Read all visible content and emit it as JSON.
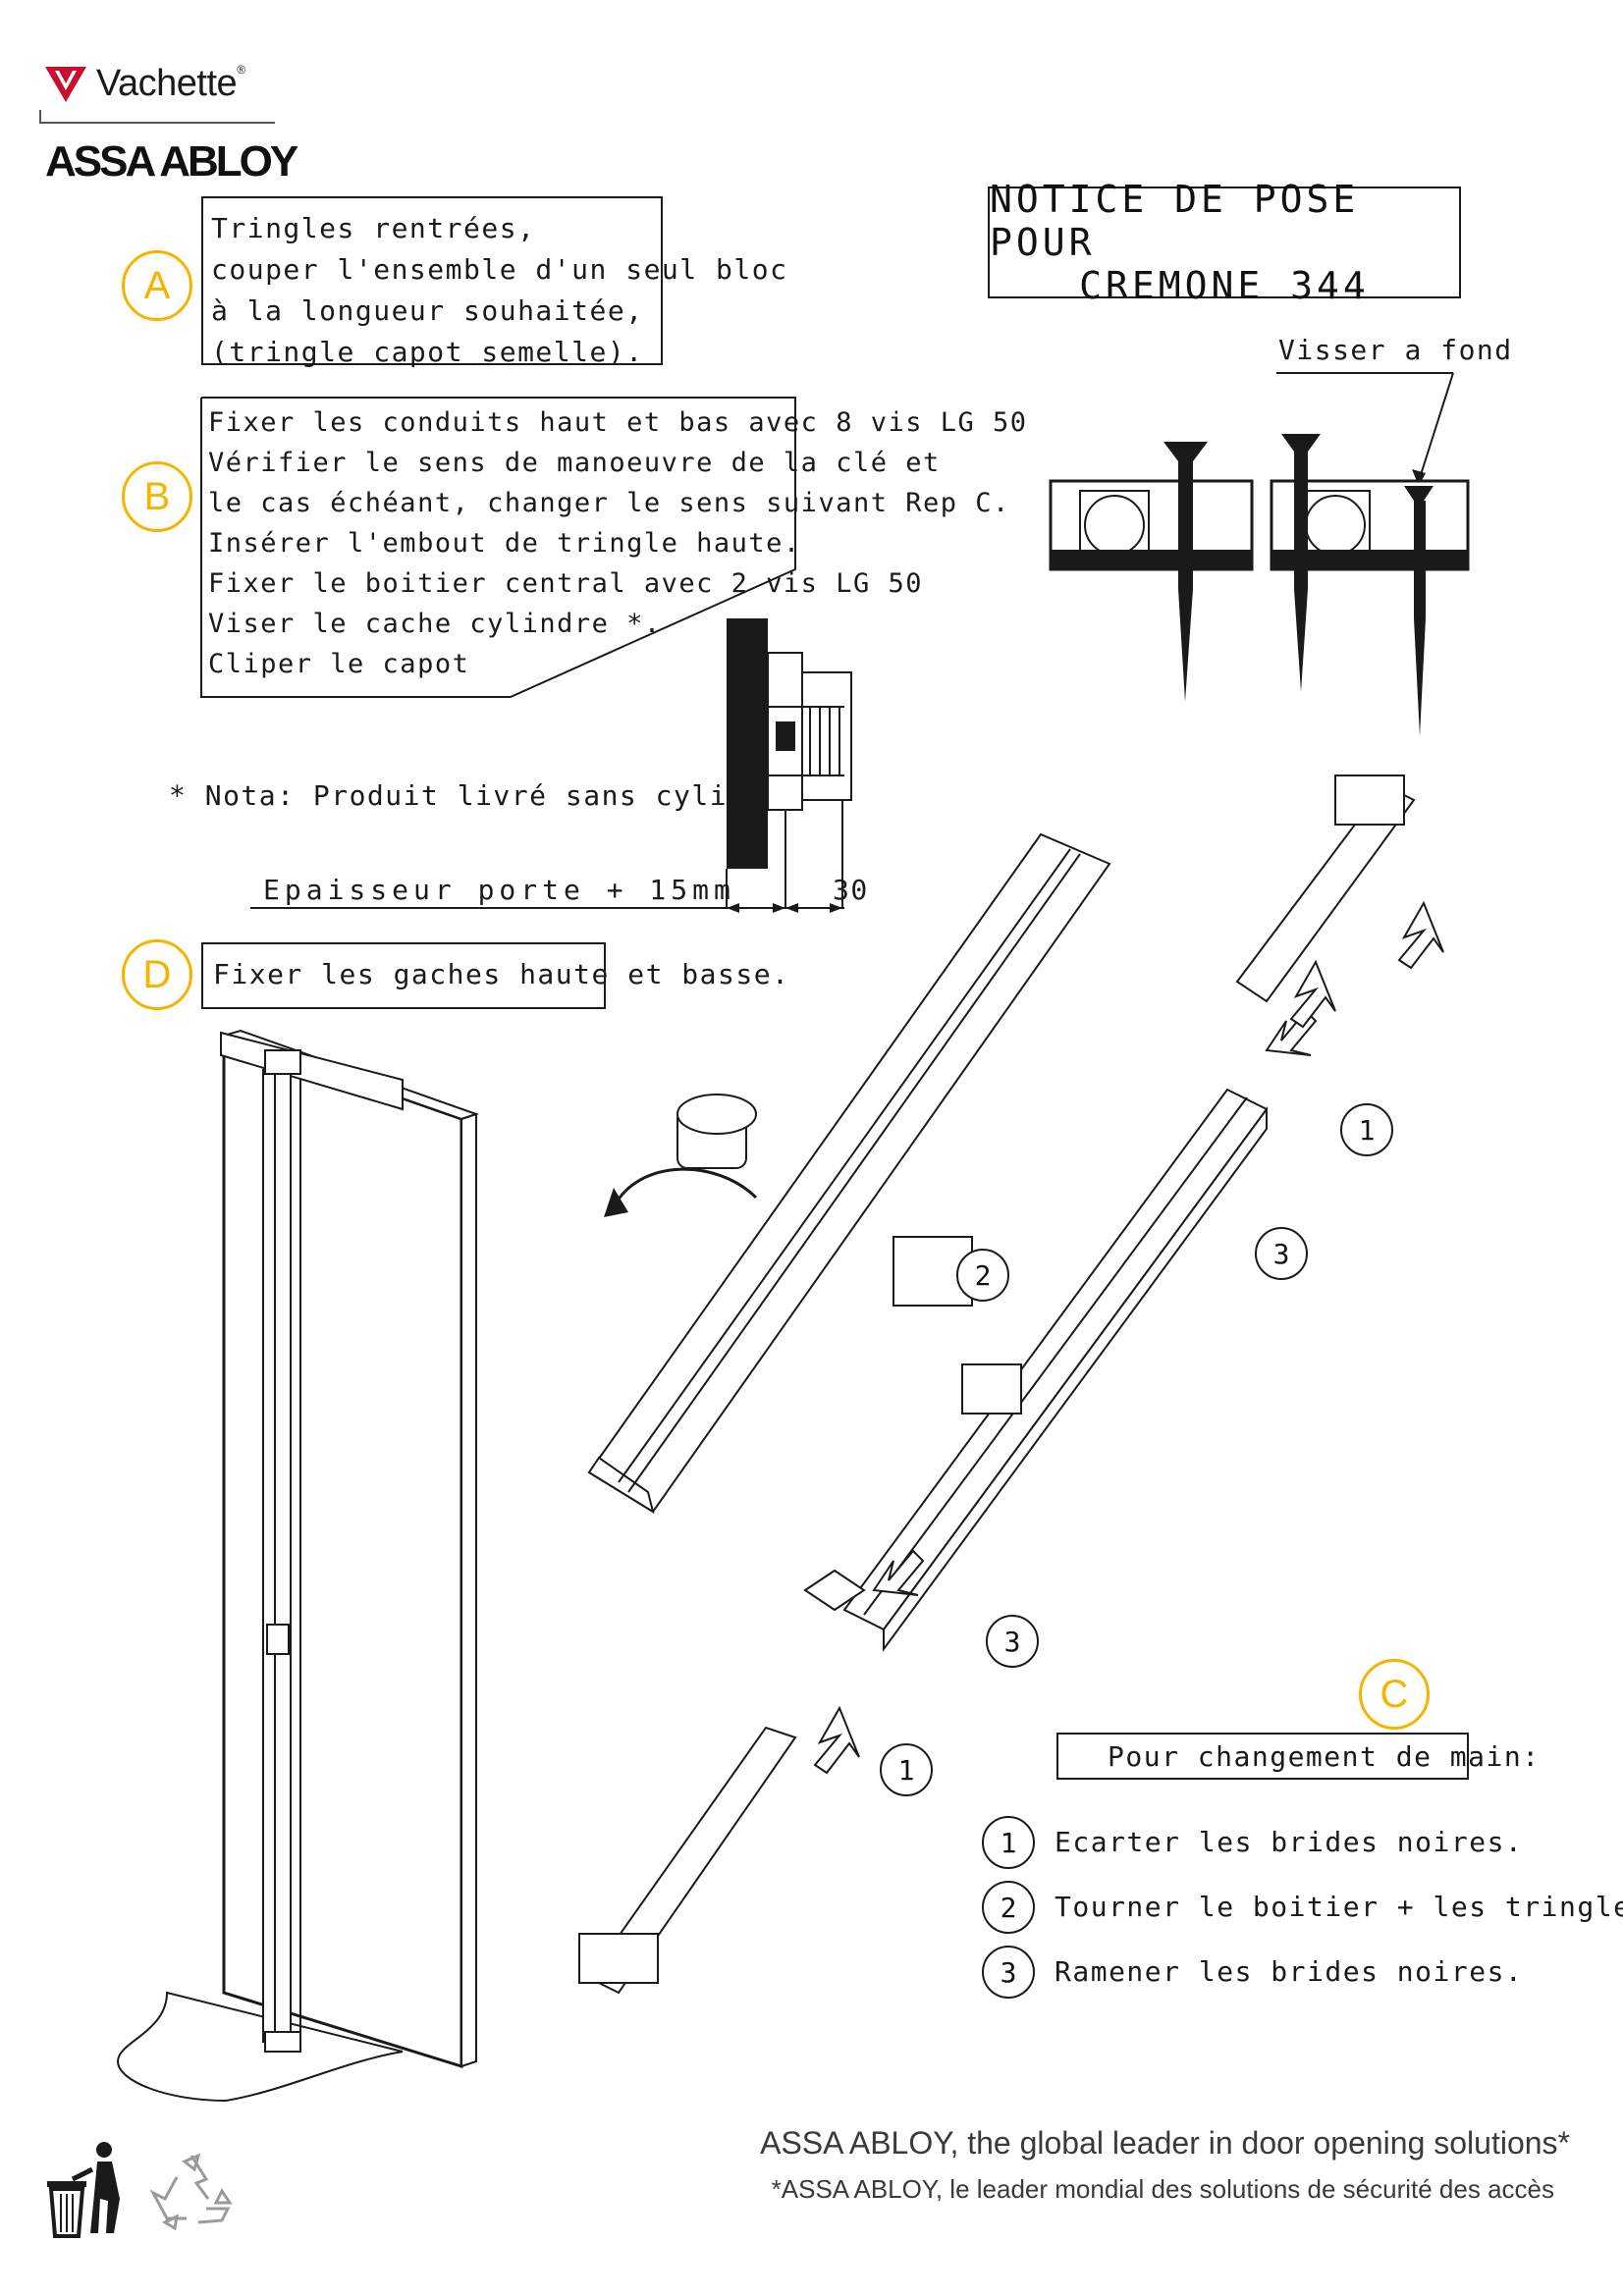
{
  "brand": {
    "vachette": "Vachette",
    "vachette_reg": "®",
    "assa_abloy": "ASSA ABLOY"
  },
  "title": {
    "line1": "NOTICE DE POSE POUR",
    "line2": "CREMONE 344"
  },
  "visser_label": "Visser a fond",
  "steps": {
    "A": {
      "letter": "A",
      "lines": [
        "Tringles rentrées,",
        "couper l'ensemble d'un seul bloc",
        "à la longueur souhaitée,",
        "(tringle capot semelle)."
      ]
    },
    "B": {
      "letter": "B",
      "lines": [
        "Fixer les conduits haut et bas avec 8 vis LG 50",
        "Vérifier le sens de manoeuvre de la clé et",
        "le cas échéant, changer le sens suivant Rep C.",
        "Insérer l'embout de tringle haute.",
        "Fixer le boitier central avec 2 vis LG 50",
        "Viser le cache cylindre *.",
        "Cliper le capot"
      ]
    },
    "C": {
      "letter": "C",
      "title": "Pour changement de main:",
      "items": [
        {
          "num": "1",
          "text": "Ecarter les brides noires."
        },
        {
          "num": "2",
          "text": "Tourner le boitier + les tringles."
        },
        {
          "num": "3",
          "text": "Ramener les brides noires."
        }
      ]
    },
    "D": {
      "letter": "D",
      "text": "Fixer les gaches haute et basse."
    }
  },
  "nota": "* Nota: Produit livré sans cylindre",
  "dimension": {
    "epaisseur": "Epaisseur porte + 15mm",
    "value": "30"
  },
  "callouts": {
    "c1": "1",
    "c2": "2",
    "c3": "3",
    "c3b": "3",
    "c1b": "1"
  },
  "footer": {
    "en": "ASSA ABLOY, the global leader in door opening solutions*",
    "fr": "*ASSA ABLOY, le leader mondial des solutions de sécurité des accès"
  },
  "colors": {
    "accent": "#f4b400",
    "brand_red": "#c8102e",
    "line": "#1a1a1a"
  },
  "icons": [
    "vachette-logo-icon",
    "trash-bin-icon",
    "recycle-icon"
  ]
}
